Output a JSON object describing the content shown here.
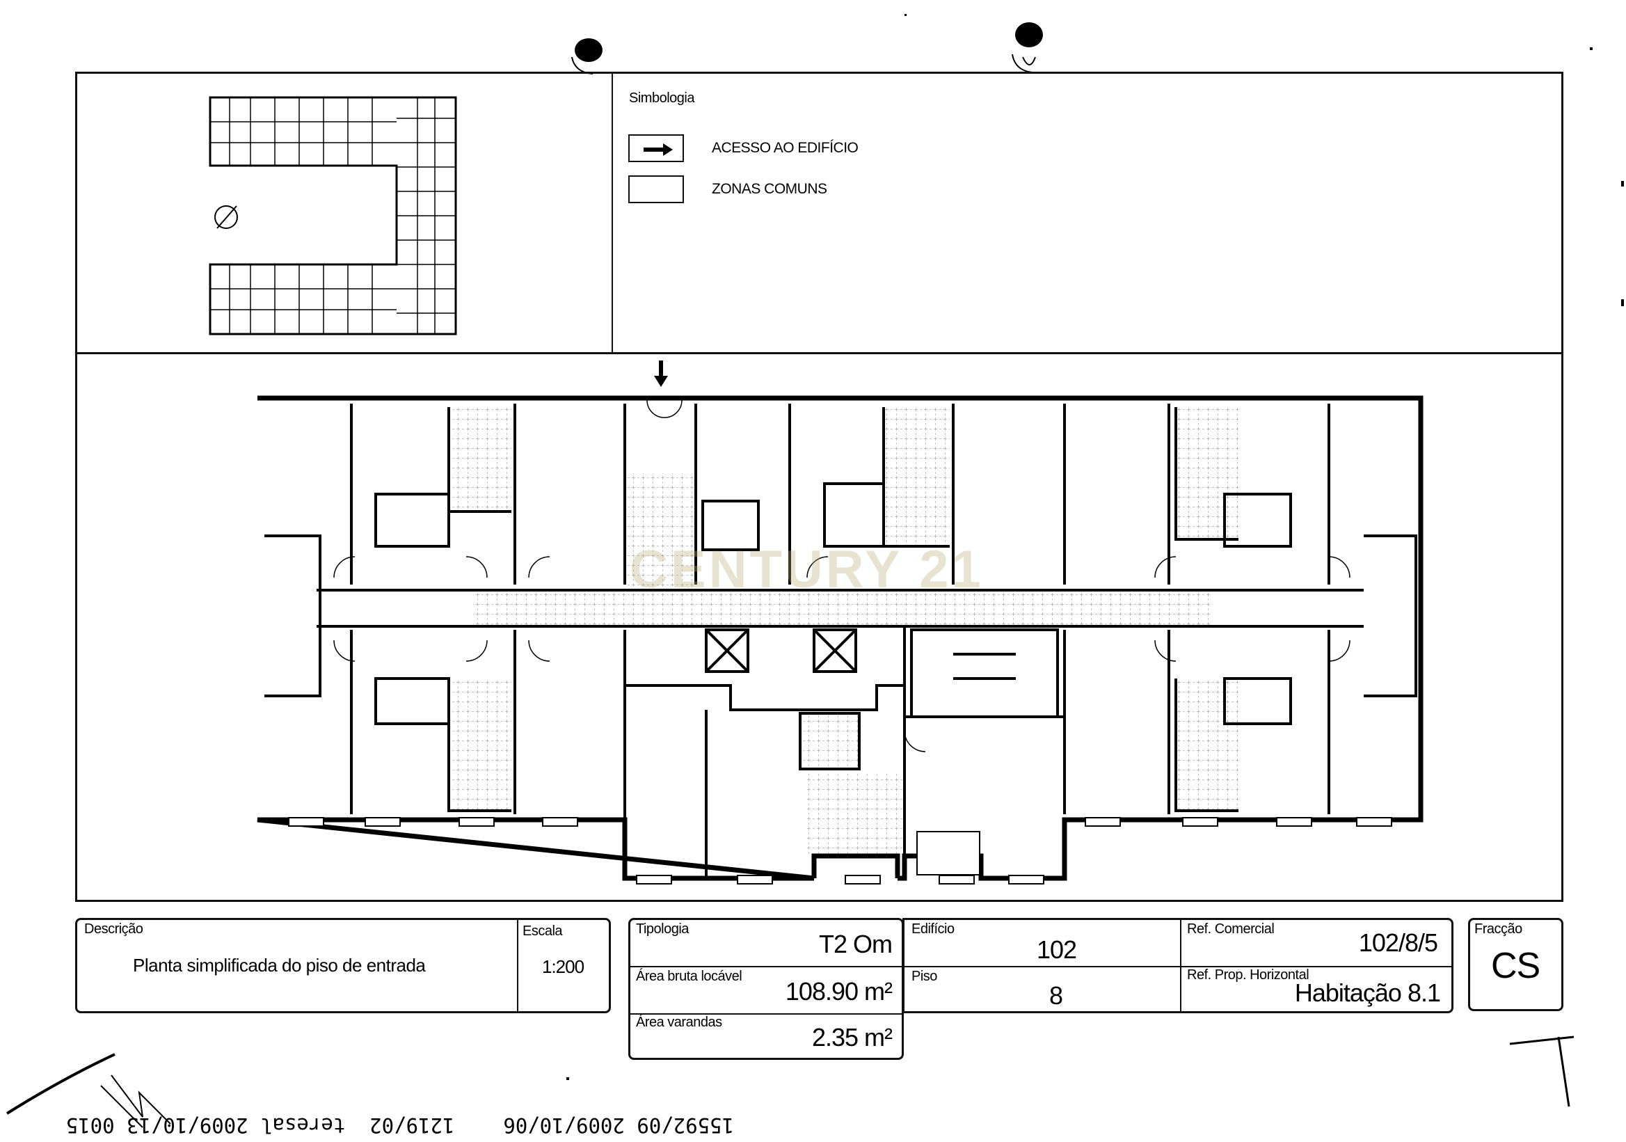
{
  "legend": {
    "title": "Simbologia",
    "items": [
      {
        "icon": "arrow-right-icon",
        "label": "ACESSO AO EDIFÍCIO"
      },
      {
        "icon": "empty-square-icon",
        "label": "ZONAS COMUNS"
      }
    ]
  },
  "watermark": "CENTURY 21",
  "description": {
    "label": "Descrição",
    "value": "Planta simplificada do piso de entrada",
    "scale_label": "Escala",
    "scale_value": "1:200"
  },
  "tipologia": {
    "label": "Tipologia",
    "value": "T2 Om",
    "area_bruta_label": "Área bruta locável",
    "area_bruta_value": "108.90 m²",
    "area_varandas_label": "Área varandas",
    "area_varandas_value": "2.35 m²"
  },
  "building": {
    "edificio_label": "Edifício",
    "edificio_value": "102",
    "piso_label": "Piso",
    "piso_value": "8",
    "ref_comercial_label": "Ref. Comercial",
    "ref_comercial_value": "102/8/5",
    "ref_prop_label": "Ref. Prop. Horizontal",
    "ref_prop_value": "Habitação 8.1"
  },
  "fraccao": {
    "label": "Fracção",
    "value": "CS"
  },
  "stamp": "15592/09 2009/10/06    1219/02  teresal 2009/10/13 0015"
}
